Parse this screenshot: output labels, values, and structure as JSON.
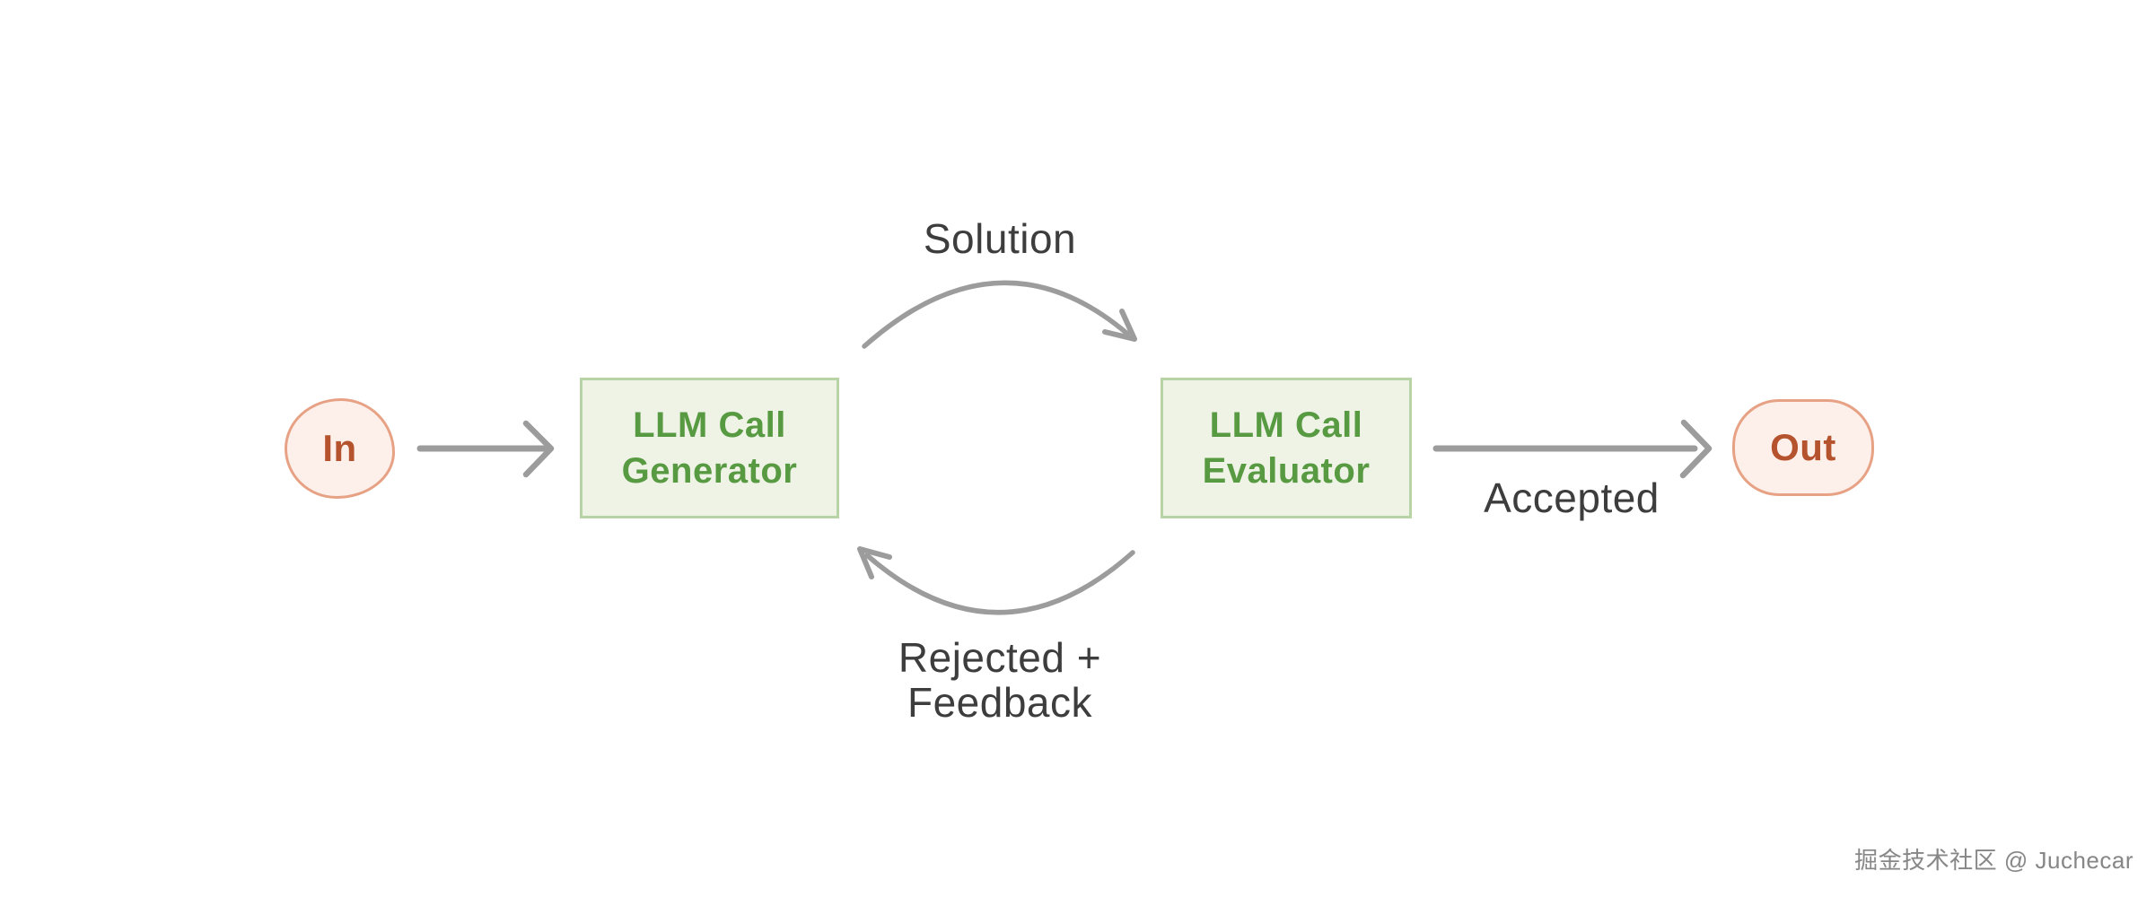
{
  "diagram": {
    "title_hint": "evaluator-optimizer LLM workflow",
    "nodes": {
      "input": {
        "label": "In"
      },
      "generator": {
        "line1": "LLM Call",
        "line2": "Generator"
      },
      "evaluator": {
        "line1": "LLM Call",
        "line2": "Evaluator"
      },
      "output": {
        "label": "Out"
      }
    },
    "edges": {
      "solution": {
        "label": "Solution"
      },
      "accepted": {
        "label": "Accepted"
      },
      "rejected": {
        "line1": "Rejected +",
        "line2": "Feedback"
      }
    },
    "colors": {
      "background": "#ffffff",
      "box_fill": "#eef3e6",
      "box_border": "#b8d3a5",
      "box_text": "#579a41",
      "pill_fill": "#fdf0ea",
      "pill_border": "#e7a285",
      "pill_text": "#b5532e",
      "arrow": "#9c9c9c",
      "label_text": "#3d3d3d",
      "watermark_text": "#878787"
    }
  },
  "watermark": {
    "text": "掘金技术社区 @ Juchecar"
  }
}
